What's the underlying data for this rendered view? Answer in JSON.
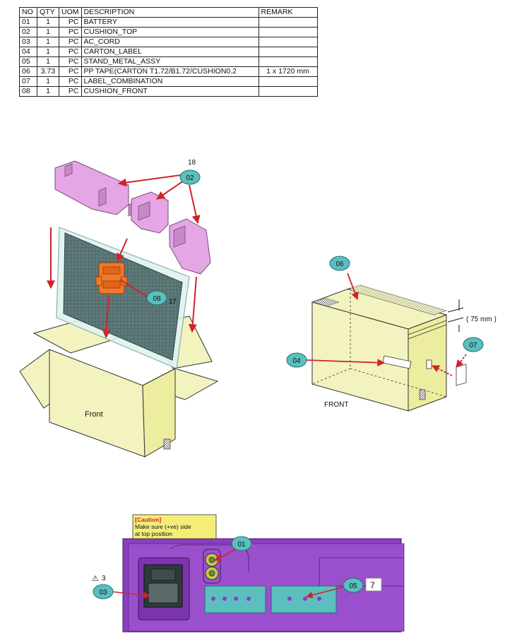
{
  "table": {
    "headers": {
      "no": "NO",
      "qty": "QTY",
      "uom": "UOM",
      "description": "DESCRIPTION",
      "remark": "REMARK"
    },
    "rows": [
      {
        "no": "01",
        "qty": "1",
        "uom": "PC",
        "description": "BATTERY",
        "remark": ""
      },
      {
        "no": "02",
        "qty": "1",
        "uom": "PC",
        "description": "CUSHION_TOP",
        "remark": ""
      },
      {
        "no": "03",
        "qty": "1",
        "uom": "PC",
        "description": "AC_CORD",
        "remark": ""
      },
      {
        "no": "04",
        "qty": "1",
        "uom": "PC",
        "description": "CARTON_LABEL",
        "remark": ""
      },
      {
        "no": "05",
        "qty": "1",
        "uom": "PC",
        "description": "STAND_METAL_ASSY",
        "remark": ""
      },
      {
        "no": "06",
        "qty": "3.73",
        "uom": "PC",
        "description": "PP TAPE(CARTON T1.72/B1.72/CUSHION0.2",
        "remark": "1 x 1720 mm"
      },
      {
        "no": "07",
        "qty": "1",
        "uom": "PC",
        "description": "LABEL_COMBINATION",
        "remark": ""
      },
      {
        "no": "08",
        "qty": "1",
        "uom": "PC",
        "description": "CUSHION_FRONT",
        "remark": ""
      }
    ]
  },
  "callouts": {
    "c02": "02",
    "c08": "08",
    "c06": "06",
    "c04": "04",
    "c07": "07",
    "c01": "01",
    "c03": "03",
    "c05": "05"
  },
  "labels": {
    "num18": "18",
    "num17": "17",
    "front_left": "Front",
    "front_right": "FRONT",
    "dimension": "( 75 mm )",
    "caution_title": "[Caution]",
    "caution_line1": "Make sure (+ve) side",
    "caution_line2": "at top position",
    "num3": "3",
    "num7": "7",
    "warning_symbol": "⚠"
  },
  "colors": {
    "callout_fill": "#5bbfbf",
    "callout_stroke": "#1f6f6f",
    "arrow_red": "#d2232a",
    "cushion_pink": "#e4a6e4",
    "carton_yellow": "#f3f3bf",
    "cushion_orange": "#f07a2a",
    "panel_purple": "#8a3fbf",
    "caution_bg": "#f4ee78"
  }
}
